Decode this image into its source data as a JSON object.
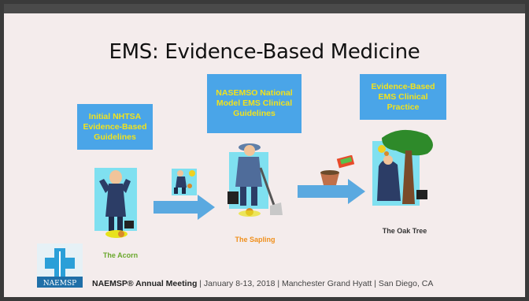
{
  "slide": {
    "title": "EMS: Evidence-Based Medicine",
    "stages": [
      {
        "callout": "Initial NHTSA Evidence-Based Guidelines",
        "caption": "The Acorn"
      },
      {
        "callout": "NASEMSO National Model EMS Clinical Guidelines",
        "caption": "The Sapling"
      },
      {
        "callout": "Evidence-Based EMS Clinical Practice",
        "caption": "The Oak Tree"
      }
    ],
    "footer": {
      "org": "NAEMSP® Annual Meeting",
      "details": "| January 8-13, 2018 | Manchester Grand Hyatt | San Diego, CA"
    },
    "logo_text": "NAEMSP"
  },
  "colors": {
    "callout_bg": "#4aa5e8",
    "callout_text": "#f2e21c",
    "caption_green": "#6aa82c",
    "caption_orange": "#f0901c",
    "caption_dark": "#333333"
  }
}
